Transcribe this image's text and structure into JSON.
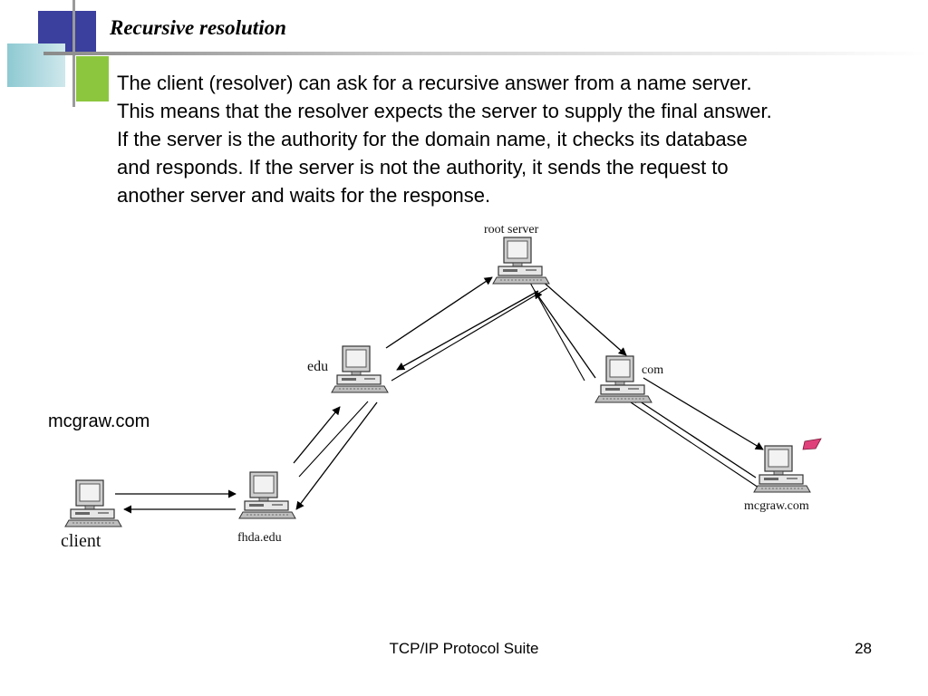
{
  "slide": {
    "title": "Recursive resolution",
    "body_lines": [
      "The client (resolver) can ask for a recursive answer from a name server.",
      "This means that the resolver expects the server to supply the final answer.",
      "If the server is the authority for the domain name, it checks its database",
      "and responds. If the server is not the authority, it sends the request to",
      "another server and waits for the response."
    ]
  },
  "diagram": {
    "side_label": "mcgraw.com",
    "nodes": {
      "client": "client",
      "local_server": "fhda.edu",
      "edu": "edu",
      "root": "root server",
      "com": "com",
      "mcgraw": "mcgraw.com"
    },
    "icons": [
      "computer-icon",
      "flag-icon"
    ],
    "colors": {
      "flag": "#e0407a",
      "arrows": "#000000"
    }
  },
  "footer": {
    "center": "TCP/IP Protocol Suite",
    "page_number": "28"
  }
}
